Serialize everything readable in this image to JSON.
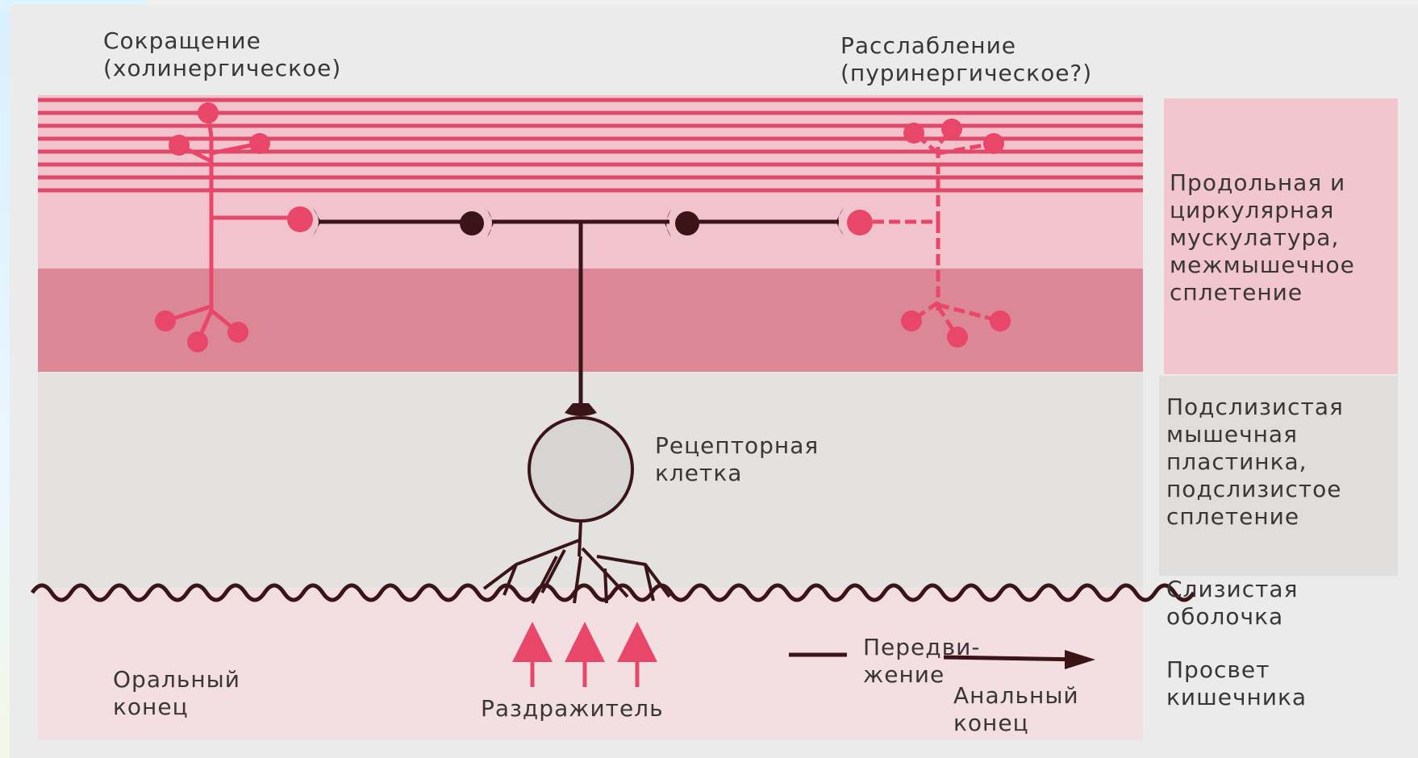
{
  "labels": {
    "contraction": [
      "Сокращение",
      "(холинергическое)"
    ],
    "relaxation": [
      "Расслабление",
      "(пуринергическое?)"
    ],
    "receptor_cell": [
      "Рецепторная",
      "клетка"
    ],
    "oral_end": [
      "Оральный",
      "конец"
    ],
    "anal_end": [
      "Анальный",
      "конец"
    ],
    "movement": [
      "Передви-",
      "жение"
    ],
    "stimulus": "Раздражитель"
  },
  "layers": {
    "muscle": [
      "Продольная и",
      "циркулярная",
      "мускулатура,",
      "межмышечное",
      "сплетение"
    ],
    "submucosa": [
      "Подслизистая",
      "мышечная",
      "пластинка,",
      "подслизистое",
      "сплетение"
    ],
    "mucosa": [
      "Слизистая",
      "оболочка"
    ],
    "lumen": [
      "Просвет",
      "кишечника"
    ]
  },
  "colors": {
    "muscle_stripe": "#e04a68",
    "muscle_band": "#f0c2cc",
    "plexus_band": "#dc8796",
    "submucosa": "#e6e4e2",
    "lumen": "#f2dde0",
    "neuron_red": "#e8476a",
    "neuron_dark": "#3b1418",
    "text": "#3a3636"
  }
}
